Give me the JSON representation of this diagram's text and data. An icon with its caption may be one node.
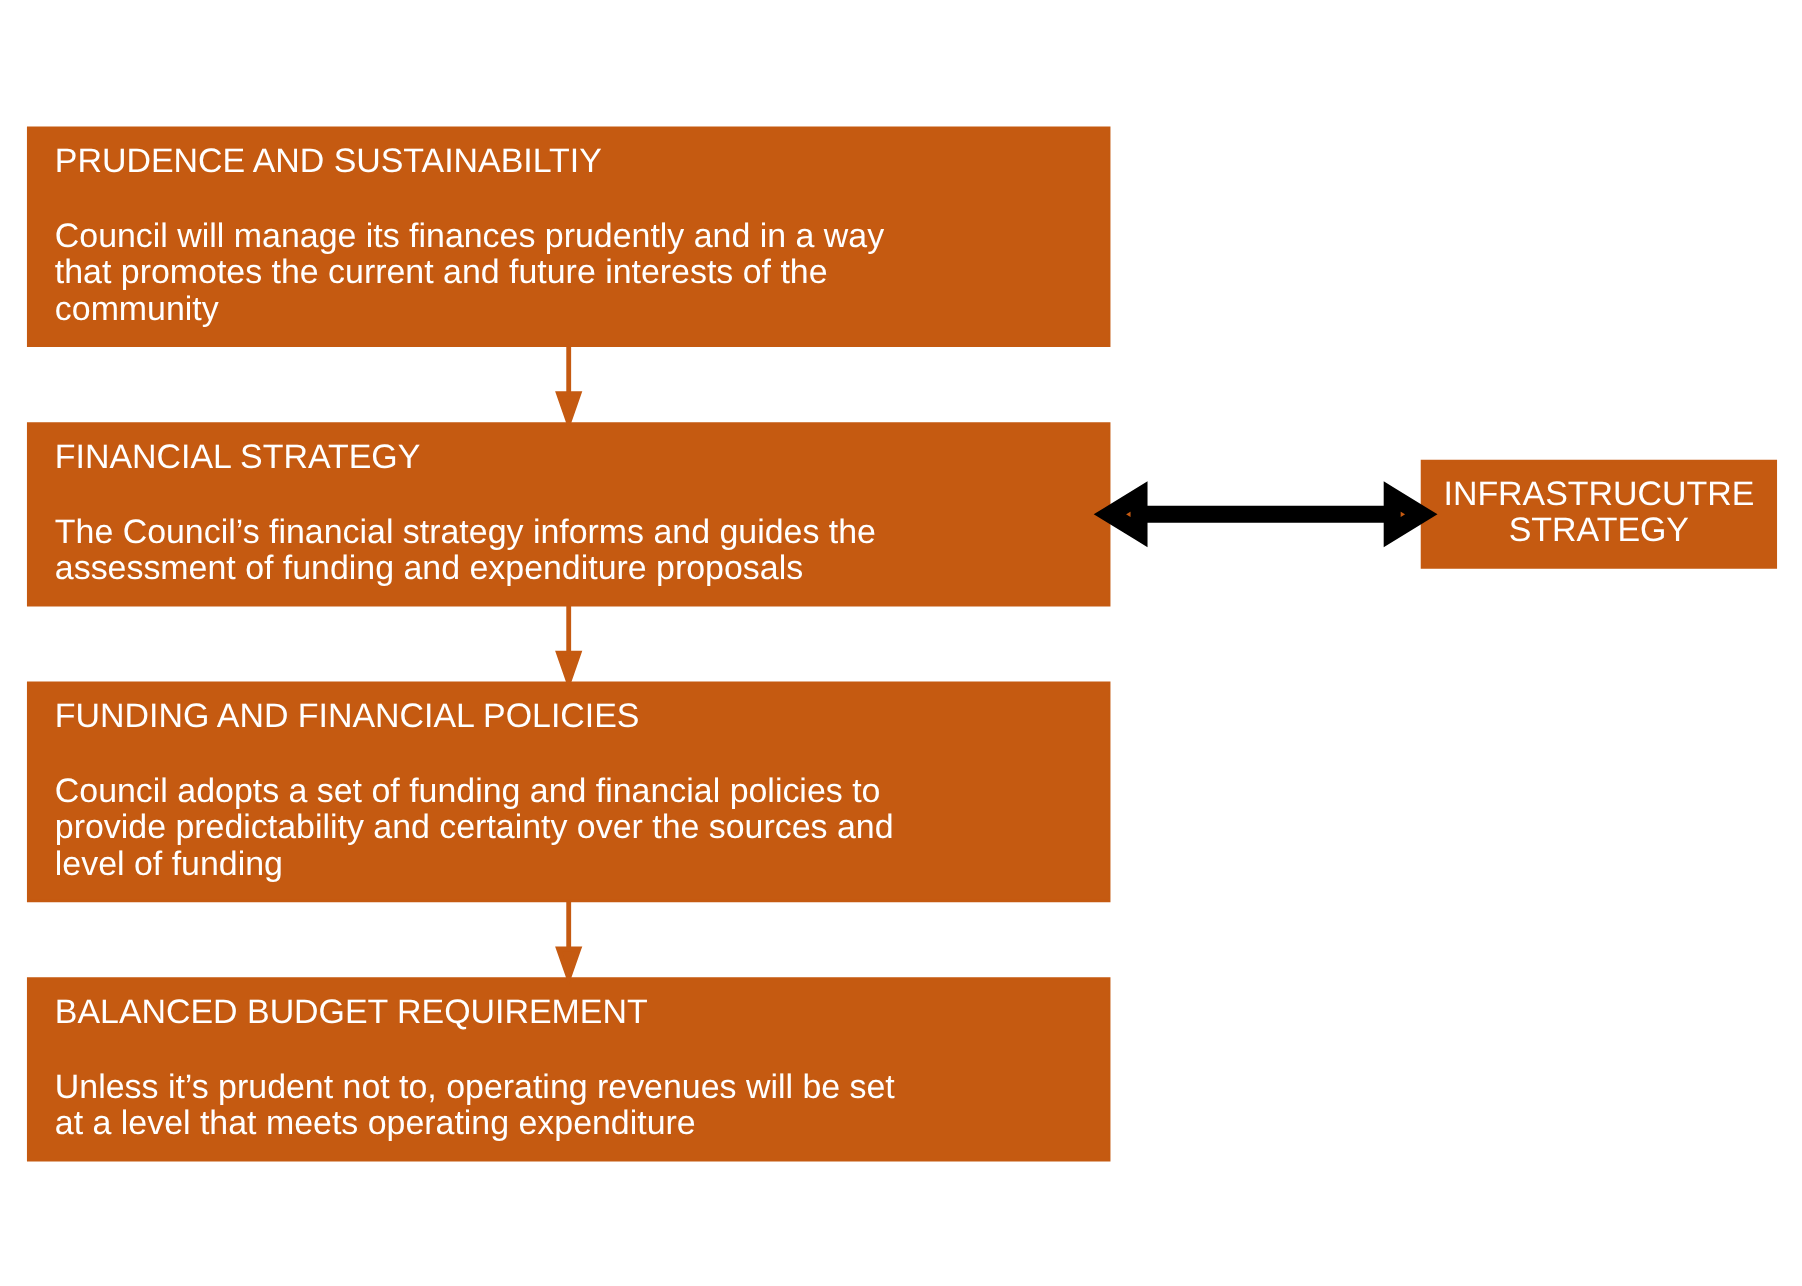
{
  "diagram": {
    "nodes": [
      {
        "text": [
          "PRUDENCE AND SUSTAINABILTIY",
          "Council will manage its finances prudently and in a way that promotes the current and future interests of the community"
        ]
      },
      {
        "text": [
          "FINANCIAL STRATEGY",
          "The Council’s financial strategy informs and guides the assessment of funding and expenditure proposals"
        ]
      },
      {
        "text": [
          "FUNDING AND FINANCIAL POLICIES",
          "Council adopts a set of funding and financial policies to provide predictability and certainty over the sources and level of funding"
        ]
      },
      {
        "text": [
          "BALANCED BUDGET REQUIREMENT",
          "Unless it’s prudent not to, operating revenues will be set at a level that meets operating expenditure"
        ]
      },
      {
        "text": [
          "INFRASTRUCUTRE STRATEGY"
        ]
      }
    ],
    "edges": [
      {
        "from": 0,
        "to": 1,
        "arrow": "to"
      },
      {
        "from": 1,
        "to": 2,
        "arrow": "to"
      },
      {
        "from": 2,
        "to": 3,
        "arrow": "to"
      },
      {
        "from": 1,
        "to": 4,
        "arrow": "both",
        "style": "thick",
        "color": "#000000"
      }
    ]
  }
}
